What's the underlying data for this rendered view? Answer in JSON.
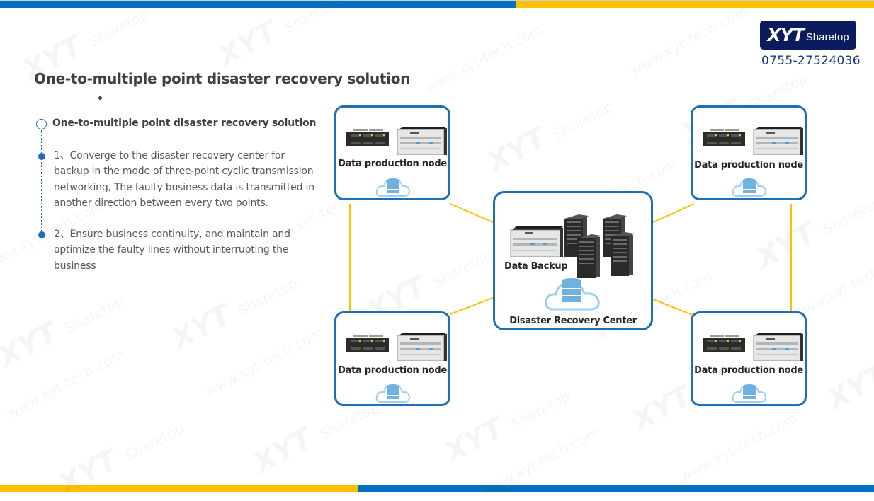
{
  "brand": {
    "logo_main": "XYT",
    "logo_sub": "Sharetop",
    "phone": "0755-27524036",
    "watermark_logo": "XYT",
    "watermark_sub": "Sharetop",
    "watermark_url": "www.xyt-tech.com"
  },
  "colors": {
    "primary_blue": "#0070C0",
    "accent_yellow": "#FFC000",
    "node_border": "#1F6FB7",
    "link_line": "#FFC000",
    "logo_bg": "#0c1b5e"
  },
  "header": {
    "title": "One-to-multiple point disaster recovery solution"
  },
  "content": {
    "section_heading": "One-to-multiple point disaster recovery solution",
    "points": [
      "1、Converge to the disaster recovery center for backup in the mode of three-point cyclic transmission networking, The faulty business data is transmitted in another direction between every two points.",
      "2、Ensure business continuity, and maintain and optimize the faulty lines without interrupting the business"
    ]
  },
  "diagram": {
    "nodes": [
      {
        "label": "Data production node",
        "icons": [
          "storage-server-icon",
          "network-chassis-icon",
          "cloud-database-icon"
        ]
      },
      {
        "label": "Data production node",
        "icons": [
          "storage-server-icon",
          "network-chassis-icon",
          "cloud-database-icon"
        ]
      },
      {
        "label": "Data production node",
        "icons": [
          "storage-server-icon",
          "network-chassis-icon",
          "cloud-database-icon"
        ]
      },
      {
        "label": "Data production node",
        "icons": [
          "storage-server-icon",
          "network-chassis-icon",
          "cloud-database-icon"
        ]
      }
    ],
    "center": {
      "backup_label": "Data Backup",
      "title": "Disaster Recovery Center",
      "icons": [
        "network-chassis-icon",
        "server-tower-icon",
        "cloud-database-icon"
      ]
    }
  }
}
